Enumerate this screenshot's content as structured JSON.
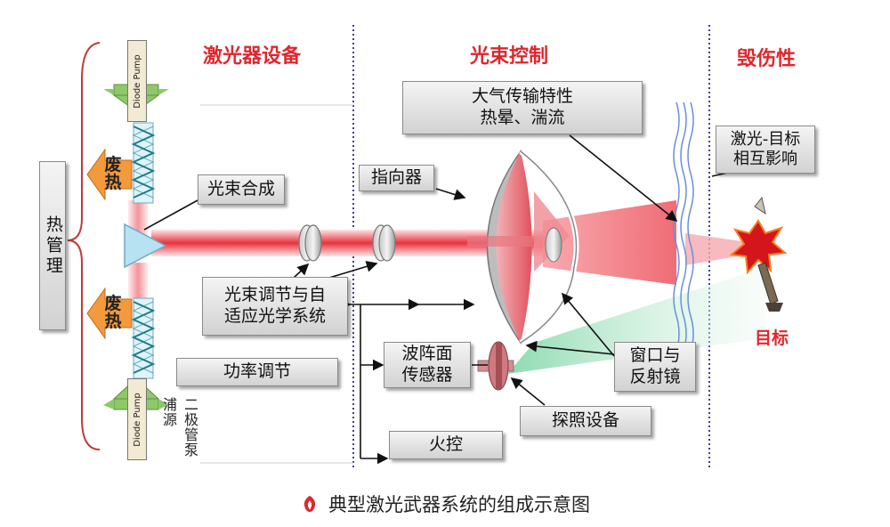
{
  "sections": {
    "laser_device": "激光器设备",
    "beam_control": "光束控制",
    "damage": "毁伤性"
  },
  "labels": {
    "thermal_management": "热管理",
    "waste_heat_top": "废热",
    "waste_heat_bottom": "废热",
    "diode_pump_top": "Diode Pump",
    "diode_pump_bottom": "Diode Pump",
    "diode_pump_source": "二极管泵浦源",
    "beam_combining": "光束合成",
    "beam_adjust_line1": "光束调节与自",
    "beam_adjust_line2": "适应光学系统",
    "power_adjust": "功率调节",
    "atmosphere_line1": "大气传输特性",
    "atmosphere_line2": "热晕、湍流",
    "pointer": "指向器",
    "wavefront_line1": "波阵面",
    "wavefront_line2": "传感器",
    "fire_control": "火控",
    "window_line1": "窗口与",
    "window_line2": "反射镜",
    "illumination": "探照设备",
    "interaction_line1": "激光-目标",
    "interaction_line2": "相互影响",
    "target": "目标"
  },
  "caption": "典型激光武器系统的组成示意图",
  "colors": {
    "section_red": "#e0262d",
    "beam_red": "#e8323c",
    "beam_green": "#7fd6a6",
    "pump_arrow_green": "#8fc86a",
    "heat_arrow_orange": "#f39a3c",
    "divider_blue": "#3b3f9a"
  },
  "icons": [
    "prism-icon",
    "lens-icon",
    "mirror-icon",
    "explosion-icon",
    "target-missile-icon",
    "caption-logo-icon"
  ]
}
